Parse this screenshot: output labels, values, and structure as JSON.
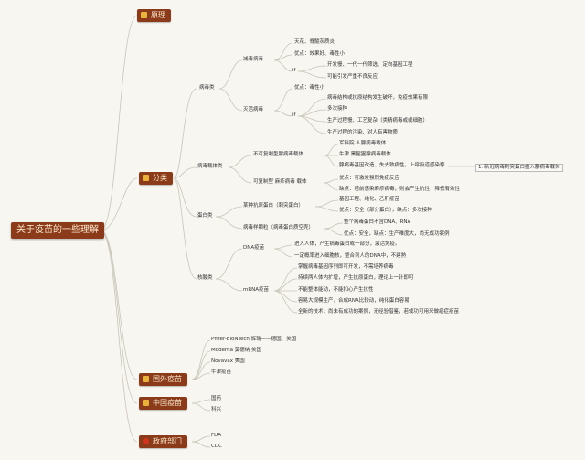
{
  "root": "关于疫苗的一些理解",
  "branches": {
    "principle": "原理",
    "categories": "分类",
    "foreign": "国外疫苗",
    "china": "中国疫苗",
    "gov": "政府部门"
  },
  "attenuated": {
    "label": "减毒病毒",
    "items": [
      "天花、脊髓灰质炎",
      "优点：效果好、毒性小",
      "if"
    ],
    "if_items": [
      "开发慢、一代一代筛选、定向基因工程",
      "可能引发严重不良反应"
    ]
  },
  "viral": "病毒类",
  "inactivated": {
    "label": "灭活病毒",
    "items": [
      "优点：毒性小",
      "if"
    ],
    "if_items": [
      "病毒结构或抗原结构发生破坏，免疫效果有限",
      "多次接种",
      "生产过程慢、工艺复杂（类精病毒或或细胞）",
      "生产过程的污染、对人有害物质"
    ]
  },
  "vector": {
    "label": "病毒载体类",
    "nonrep": "不可复制型腺病毒载体",
    "nonrep_items": [
      "军科院 人腺病毒载体",
      "牛津 黑猩猩腺病毒载体",
      "腺病毒基因改造、失去致病性，上呼吸道感染等"
    ],
    "highlight": "1. 新冠病毒刺突蛋白插入腺病毒载体",
    "rep": "可复制型 麻疹病毒 载体",
    "rep_items": [
      "优点：可激发强烈免疫反应",
      "缺点：若前感染麻疹病毒，则会产生抗性，降低有效性"
    ]
  },
  "protein": {
    "label": "蛋白类",
    "subunit": "某种抗原蛋白（刺突蛋白）",
    "subunit_items": [
      "基因工程、纯化、乙肝疫苗",
      "优点：安全（部分蛋白），缺点：多次接种"
    ],
    "vlp": "病毒样颗粒（病毒蛋白质空壳）",
    "vlp_items": [
      "整个病毒蛋白不含DNA、RNA",
      "优点：安全，缺点：生产难度大，尚无成功案例"
    ]
  },
  "nucleic": {
    "label": "核酸类",
    "dna": "DNA疫苗",
    "dna_items": [
      "进入人体，产生病毒蛋白或一部分，激活免疫。",
      "一定概率进入细胞核，整合到人的DNA中，不建熟"
    ],
    "mrna": "mRNA疫苗",
    "mrna_items": [
      "掌握病毒基因序列即可开发，不需培养病毒",
      "持续两人体内扩增，产生抗原蛋白，理论上一针即可",
      "不能整体能动，不能扣心产生抗性",
      "容易大规模生产，合成RNA比较动，纯化蛋白容易",
      "全新的技术，尚未有成功的案例，无经验借鉴，若成功可用来做癌症疫苗"
    ]
  },
  "foreign_items": [
    "Pfizer-BioNTech 辉瑞——德国、美国",
    "Moderna 莫德纳 美国",
    "Novavax 美国",
    "牛津疫苗"
  ],
  "china_items": [
    "国药",
    "科兴"
  ],
  "gov_items": [
    "FDA",
    "CDC"
  ],
  "colors": {
    "node": "#8b3a1a",
    "node_text": "#f6e6c8",
    "line": "#c8c4b8",
    "background": "#f7f6f1"
  }
}
